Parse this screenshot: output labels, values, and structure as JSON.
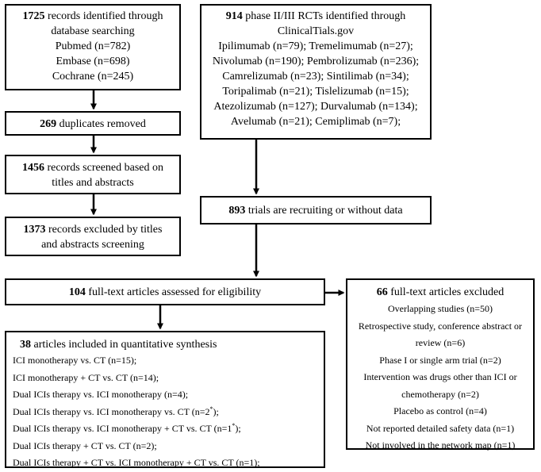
{
  "left_column": {
    "identified": {
      "count": "1725",
      "text": " records identified through",
      "line2": "database searching",
      "sources": [
        "Pubmed (n=782)",
        "Embase (n=698)",
        "Cochrane (n=245)"
      ]
    },
    "duplicates": {
      "count": "269",
      "text": " duplicates removed"
    },
    "screened": {
      "count": "1456",
      "text": " records screened based on",
      "line2": "titles and abstracts"
    },
    "excluded": {
      "count": "1373",
      "text": " records excluded by titles",
      "line2": "and abstracts screening"
    }
  },
  "right_column": {
    "rcts": {
      "count": "914",
      "text": " phase II/III RCTs identified through",
      "line2": "ClinicalTials.gov",
      "drugs": [
        "Ipilimumab (n=79); Tremelimumab (n=27);",
        "Nivolumab (n=190); Pembrolizumab (n=236);",
        "Camrelizumab (n=23); Sintilimab (n=34);",
        "Toripalimab (n=21); Tislelizumab (n=15);",
        "Atezolizumab (n=127); Durvalumab (n=134);",
        "Avelumab (n=21); Cemiplimab (n=7);"
      ]
    },
    "recruiting": {
      "count": "893",
      "text": " trials are recruiting or without data"
    }
  },
  "assessed": {
    "count": "104",
    "text": " full-text articles assessed for eligibility"
  },
  "included": {
    "count": "38",
    "text": " articles included in quantitative synthesis",
    "items": [
      {
        "text": "ICI monotherapy vs. CT (n=15);",
        "sup": "",
        "after": ""
      },
      {
        "text": "ICI monotherapy + CT vs. CT (n=14);",
        "sup": "",
        "after": ""
      },
      {
        "text": "Dual ICIs therapy vs. ICI monotherapy (n=4);",
        "sup": "",
        "after": ""
      },
      {
        "text": "Dual ICIs therapy vs. ICI monotherapy vs. CT (n=2",
        "sup": "*",
        "after": ");"
      },
      {
        "text": "Dual ICIs therapy vs. ICI monotherapy + CT vs. CT (n=1",
        "sup": "*",
        "after": ");"
      },
      {
        "text": "Dual ICIs therapy + CT vs. CT (n=2);",
        "sup": "",
        "after": ""
      },
      {
        "text": "Dual ICIs therapy + CT vs. ICI monotherapy + CT vs. CT (n=1);",
        "sup": "",
        "after": ""
      }
    ]
  },
  "excluded_fulltext": {
    "count": "66",
    "text": " full-text articles excluded",
    "items": [
      "Overlapping studies (n=50)",
      "Retrospective study, conference abstract or",
      "review (n=6)",
      "Phase I or single arm trial (n=2)",
      "Intervention was drugs other than ICI or",
      "chemotherapy (n=2)",
      "Placebo as control (n=4)",
      "Not reported detailed safety data (n=1)",
      "Not involved in the network map (n=1)"
    ]
  }
}
